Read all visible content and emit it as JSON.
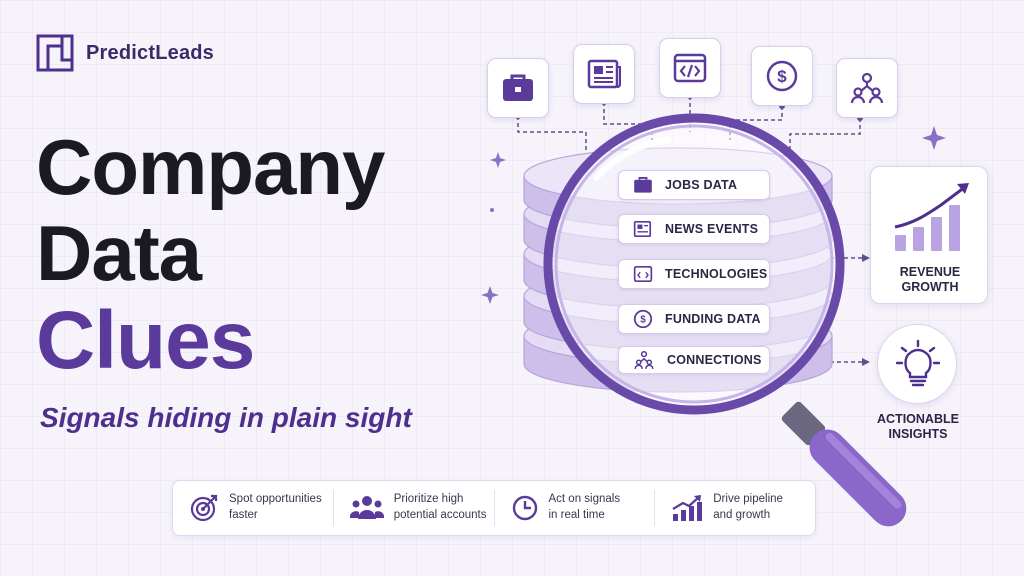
{
  "brand": {
    "name": "PredictLeads",
    "accent": "#5a3a9a"
  },
  "headline": {
    "line1": "Company",
    "line2": "Data",
    "line3": "Clues"
  },
  "tagline": "Signals hiding in plain sight",
  "sources": [
    {
      "icon": "briefcase-icon"
    },
    {
      "icon": "newspaper-icon"
    },
    {
      "icon": "code-window-icon"
    },
    {
      "icon": "dollar-icon"
    },
    {
      "icon": "network-icon"
    }
  ],
  "data_rows": [
    {
      "icon": "briefcase-icon",
      "label": "JOBS DATA"
    },
    {
      "icon": "newspaper-icon",
      "label": "NEWS EVENTS"
    },
    {
      "icon": "code-window-icon",
      "label": "TECHNOLOGIES"
    },
    {
      "icon": "dollar-icon",
      "label": "FUNDING DATA"
    },
    {
      "icon": "network-icon",
      "label": "CONNECTIONS"
    }
  ],
  "outputs": {
    "revenue": {
      "line1": "REVENUE",
      "line2": "GROWTH",
      "icon": "growth-chart-icon"
    },
    "insights": {
      "line1": "ACTIONABLE",
      "line2": "INSIGHTS",
      "icon": "lightbulb-icon"
    }
  },
  "benefits": [
    {
      "icon": "target-icon",
      "text": "Spot opportunities\nfaster"
    },
    {
      "icon": "people-icon",
      "text": "Prioritize high\npotential accounts"
    },
    {
      "icon": "clock-icon",
      "text": "Act on signals\nin real time"
    },
    {
      "icon": "trend-chart-icon",
      "text": "Drive pipeline\nand growth"
    }
  ]
}
